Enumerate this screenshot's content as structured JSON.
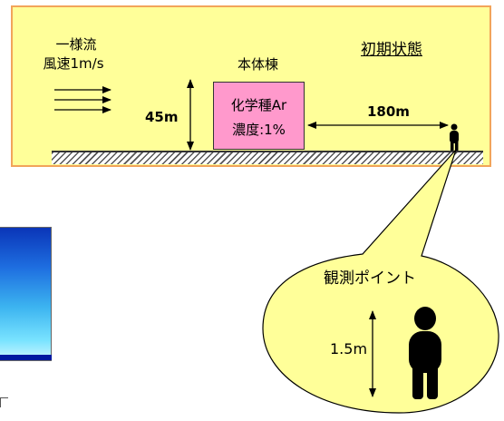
{
  "title": "初期状態",
  "uniform_flow_line1": "一様流",
  "uniform_flow_line2": "風速1m/s",
  "building_label": "本体棟",
  "building_height": "45m",
  "chemical_line1": "化学種Ar",
  "chemical_line2": "濃度:1%",
  "distance": "180m",
  "observation_point": "観測ポイント",
  "observer_height": "1.5m",
  "colors": {
    "panel_bg": "#ffff99",
    "panel_border": "#f2a45a",
    "building_fill": "#ff99cc",
    "callout_fill": "#ffff99",
    "colormap_top": "#0a35b8",
    "colormap_bottom": "#cdf6ff"
  }
}
